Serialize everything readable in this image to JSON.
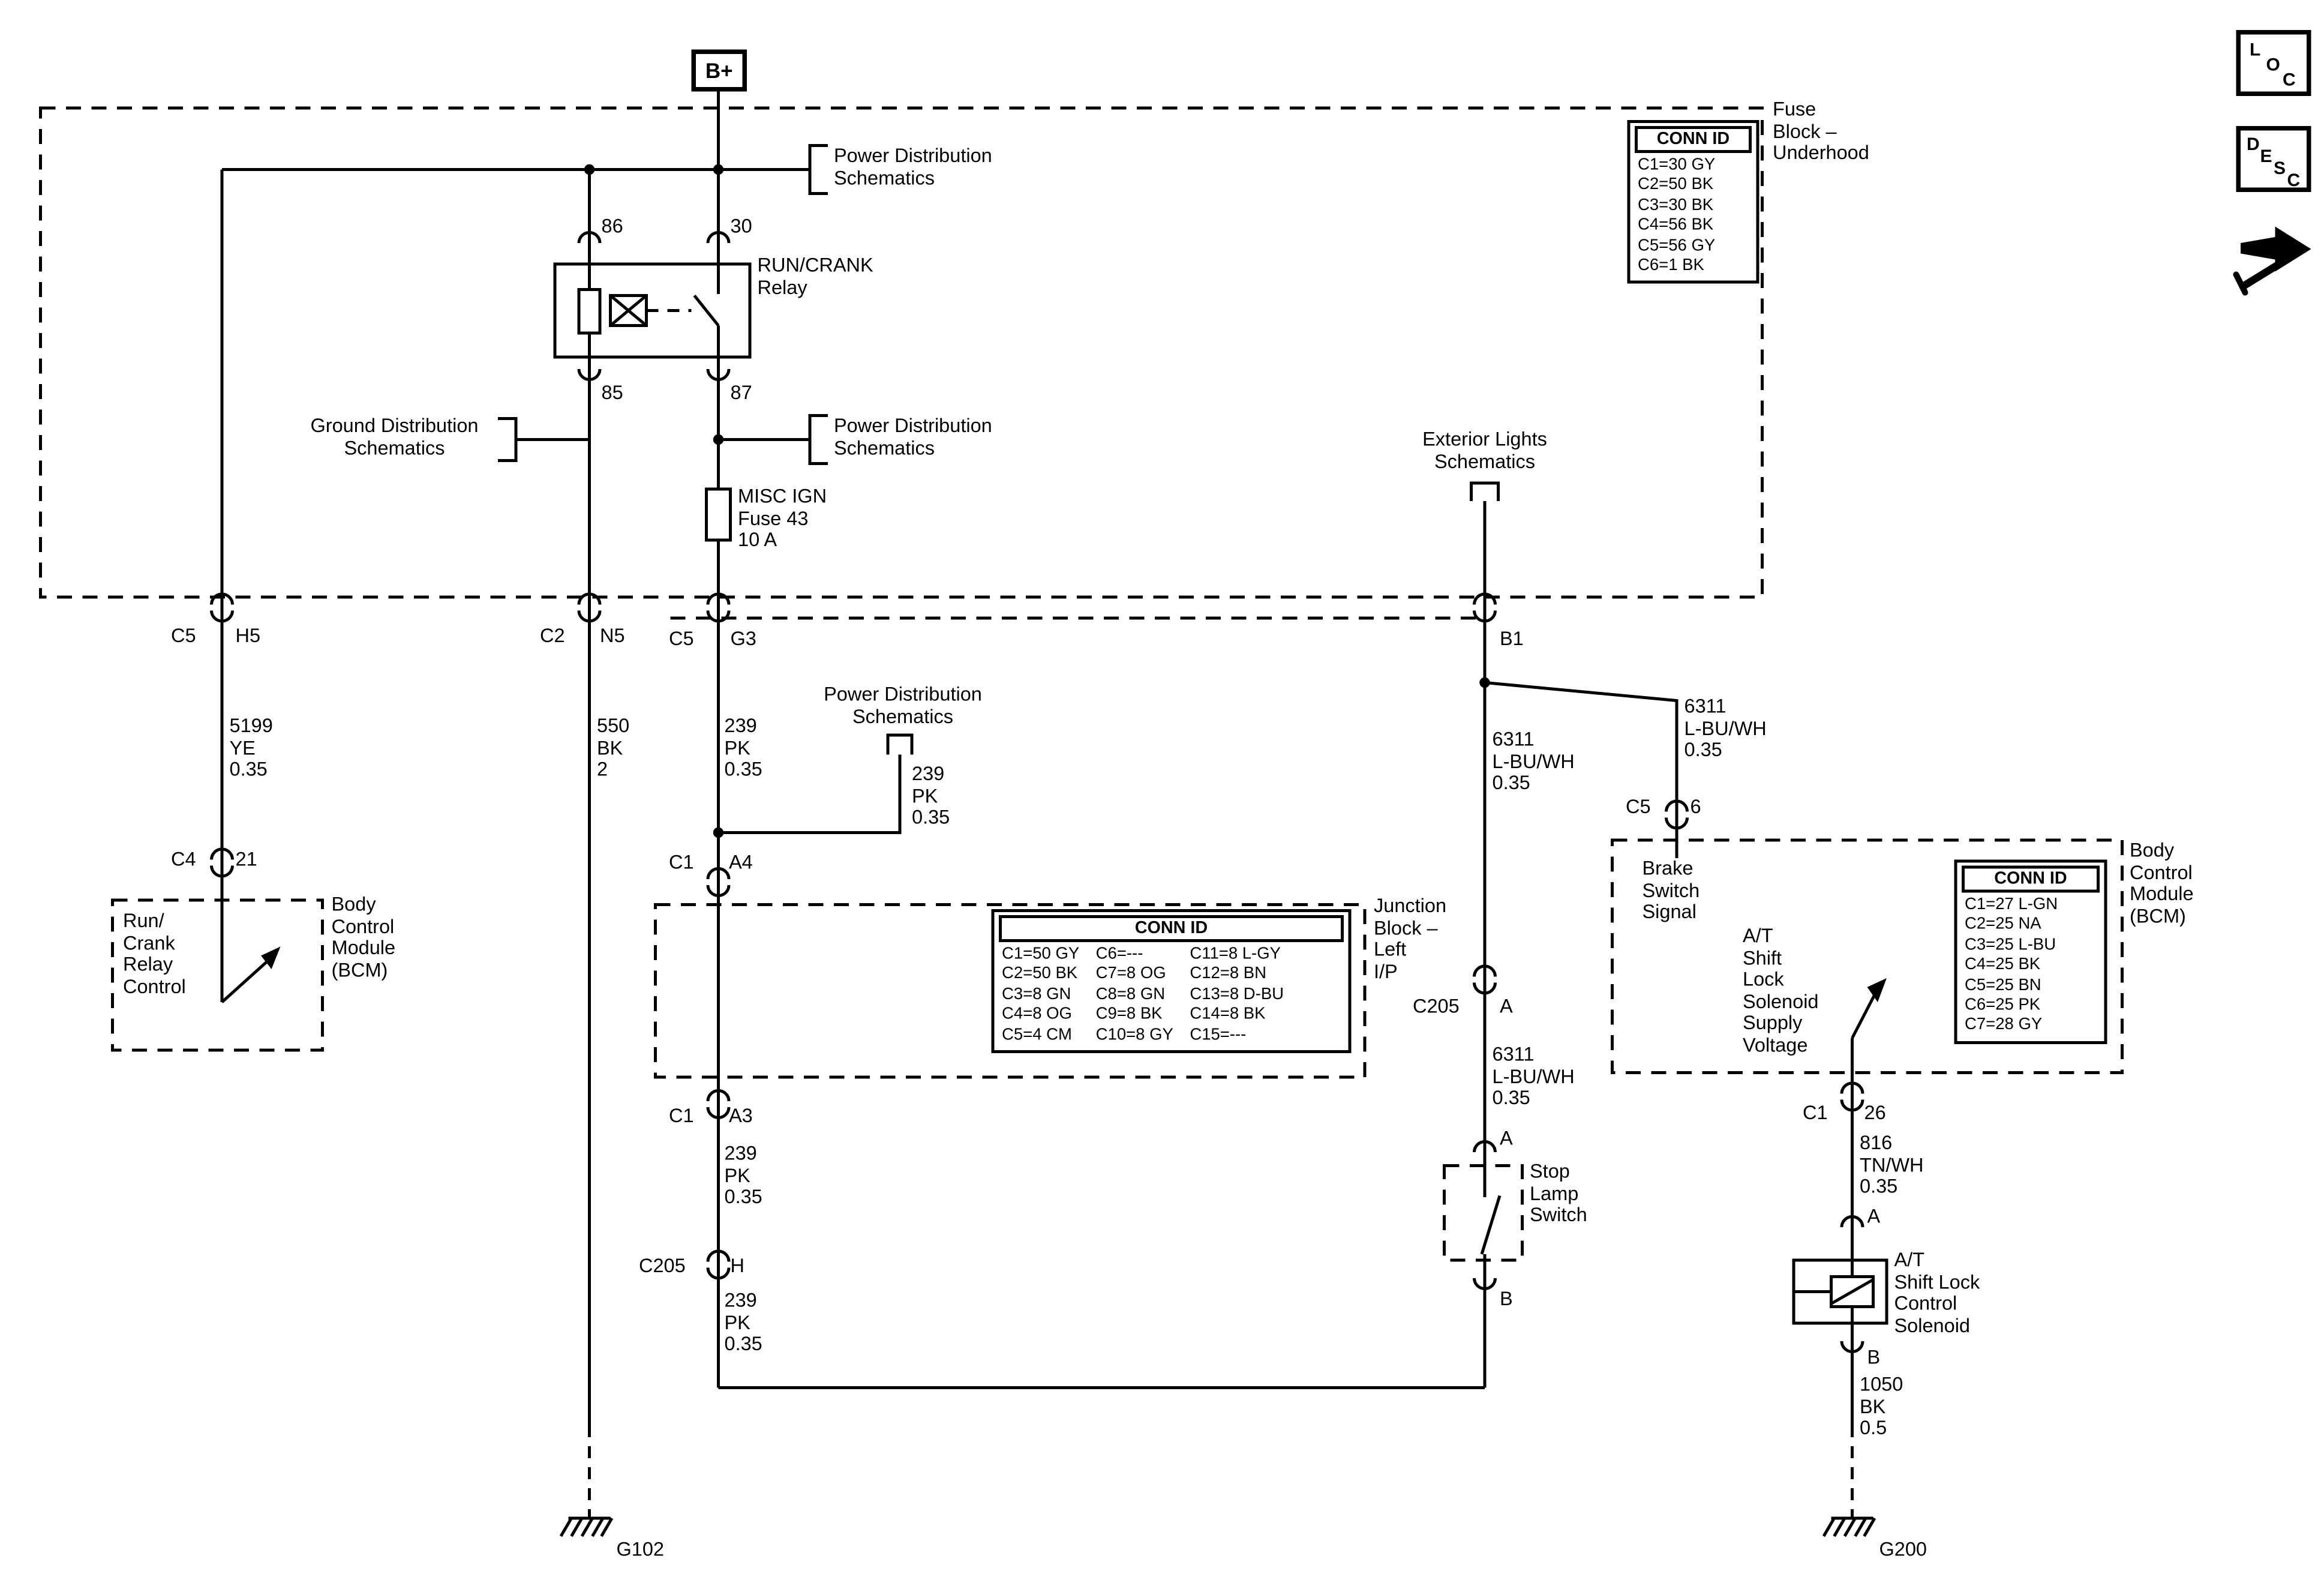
{
  "refs": {
    "power_distribution": "Power Distribution\nSchematics",
    "ground_distribution": "Ground Distribution\nSchematics",
    "exterior_lights": "Exterior Lights\nSchematics"
  },
  "power": {
    "bplus": "B+"
  },
  "relay": {
    "name": "RUN/CRANK\nRelay",
    "pin86": "86",
    "pin30": "30",
    "pin85": "85",
    "pin87": "87"
  },
  "fuse": {
    "label": "MISC IGN\nFuse 43\n10 A"
  },
  "fuse_block": {
    "label": "Fuse\nBlock –\nUnderhood",
    "conn_id": {
      "header": "CONN ID",
      "rows": [
        "C1=30 GY",
        "C2=50 BK",
        "C3=30 BK",
        "C4=56 BK",
        "C5=56 GY",
        "C6=1 BK"
      ]
    }
  },
  "junction_block": {
    "label": "Junction\nBlock –\nLeft\nI/P",
    "conn_id": {
      "header": "CONN ID",
      "col1": [
        "C1=50 GY",
        "C2=50 BK",
        "C3=8 GN",
        "C4=8 OG",
        "C5=4 CM"
      ],
      "col2": [
        "C6=---",
        "C7=8 OG",
        "C8=8 GN",
        "C9=8 BK",
        "C10=8 GY"
      ],
      "col3": [
        "C11=8 L-GY",
        "C12=8 BN",
        "C13=8 D-BU",
        "C14=8 BK",
        "C15=---"
      ]
    }
  },
  "bcm": {
    "label": "Body\nControl\nModule\n(BCM)",
    "run_crank_control": "Run/\nCrank\nRelay\nControl",
    "brake_switch_signal": "Brake\nSwitch\nSignal",
    "shift_lock_supply": "A/T\nShift\nLock\nSolenoid\nSupply\nVoltage",
    "conn_id": {
      "header": "CONN ID",
      "rows": [
        "C1=27 L-GN",
        "C2=25 NA",
        "C3=25 L-BU",
        "C4=25 BK",
        "C5=25 BN",
        "C6=25 PK",
        "C7=28 GY"
      ]
    }
  },
  "stop_lamp_switch": {
    "label": "Stop\nLamp\nSwitch",
    "term_a": "A",
    "term_b": "B"
  },
  "solenoid": {
    "label": "A/T\nShift Lock\nControl\nSolenoid",
    "term_a": "A",
    "term_b": "B"
  },
  "wires": {
    "w5199": "5199\nYE\n0.35",
    "w550": "550\nBK\n2",
    "w239": "239\nPK\n0.35",
    "w6311": "6311\nL-BU/WH\n0.35",
    "w816": "816\nTN/WH\n0.35",
    "w1050": "1050\nBK\n0.5"
  },
  "connectors": {
    "c5": "C5",
    "h5": "H5",
    "c2": "C2",
    "n5": "N5",
    "g3": "G3",
    "b1": "B1",
    "c4": "C4",
    "p21": "21",
    "c1": "C1",
    "a4": "A4",
    "a3": "A3",
    "c205": "C205",
    "h": "H",
    "a": "A",
    "p6": "6",
    "p26": "26"
  },
  "grounds": {
    "g102": "G102",
    "g200": "G200"
  },
  "corner": {
    "loc": [
      "L",
      "O",
      "C"
    ],
    "desc": [
      "D",
      "E",
      "S",
      "C"
    ]
  }
}
